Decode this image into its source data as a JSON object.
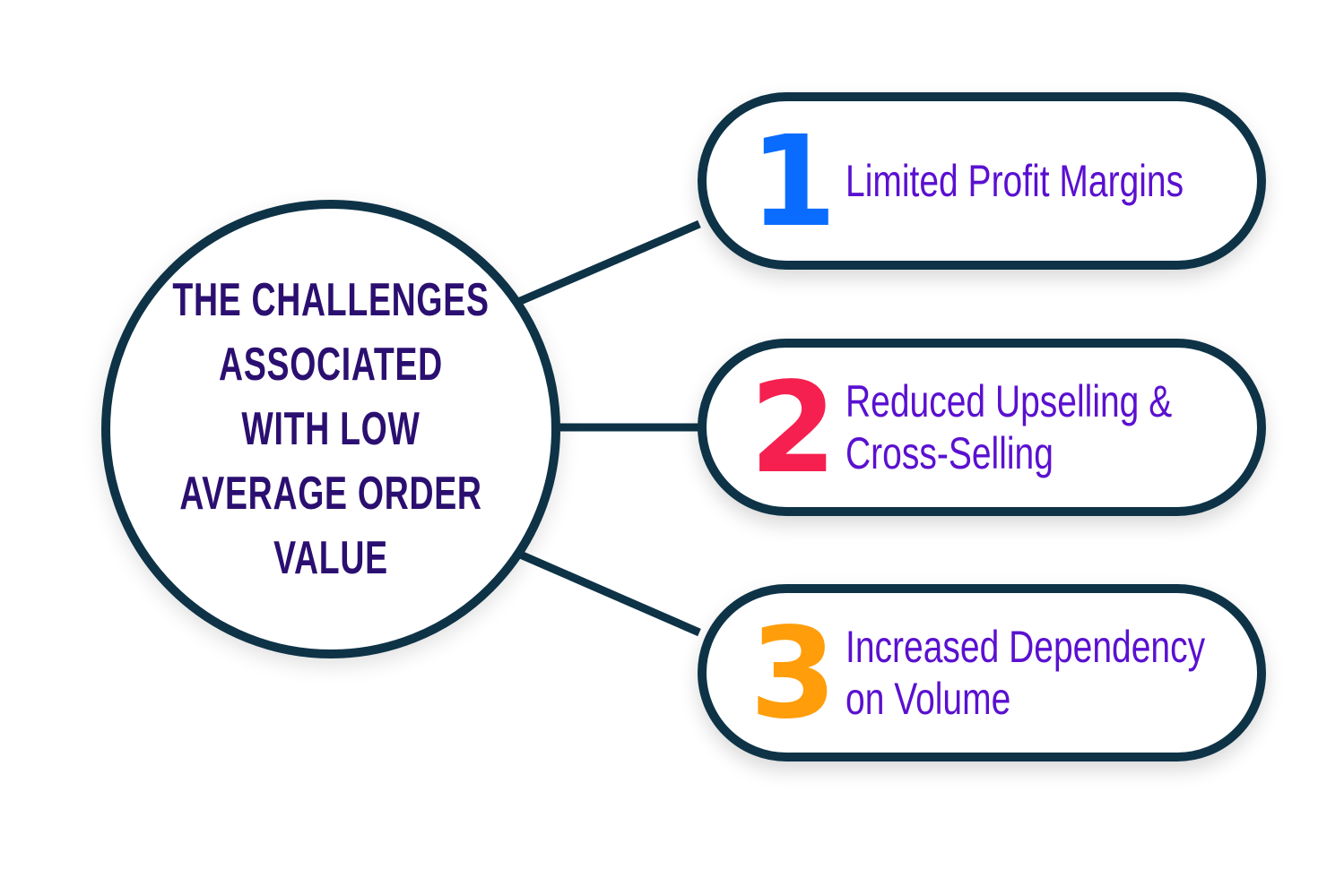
{
  "title": "THE CHALLENGES ASSOCIATED WITH LOW AVERAGE ORDER VALUE",
  "items": [
    {
      "number": "1",
      "label": "Limited Profit Margins",
      "color": "#0a6cff"
    },
    {
      "number": "2",
      "label": "Reduced Upselling &\nCross-Selling",
      "color": "#f5204f"
    },
    {
      "number": "3",
      "label": "Increased Dependency\non Volume",
      "color": "#ff9d0a"
    }
  ]
}
